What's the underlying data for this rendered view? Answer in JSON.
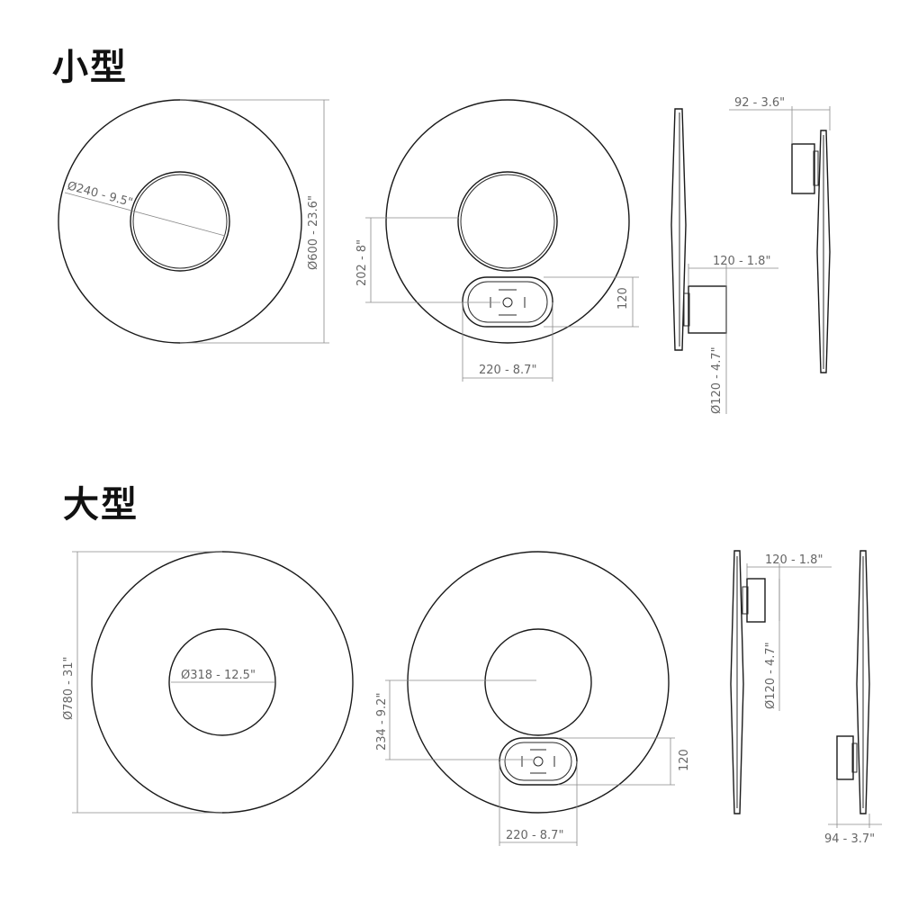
{
  "sections": {
    "small": {
      "title": "小型"
    },
    "large": {
      "title": "大型"
    }
  },
  "dimensions": {
    "small": {
      "inner_diameter": "Ø240 - 9.5\"",
      "outer_diameter": "Ø600 - 23.6\"",
      "mount_offset": "202 - 8\"",
      "plate_height": "120",
      "plate_width": "220 - 8.7\"",
      "side_depth": "120 - 1.8\"",
      "side_diameter": "Ø120 - 4.7\"",
      "top_depth": "92 - 3.6\""
    },
    "large": {
      "outer_diameter": "Ø780 - 31\"",
      "inner_diameter": "Ø318 - 12.5\"",
      "mount_offset": "234 - 9.2\"",
      "plate_height": "120",
      "plate_width": "220 - 8.7\"",
      "side_depth": "120 - 1.8\"",
      "side_diameter": "Ø120 - 4.7\"",
      "bottom_depth": "94 - 3.7\""
    }
  },
  "colors": {
    "outline": "#1a1a1a",
    "dimension": "#8a8a8a",
    "text": "#666666"
  }
}
